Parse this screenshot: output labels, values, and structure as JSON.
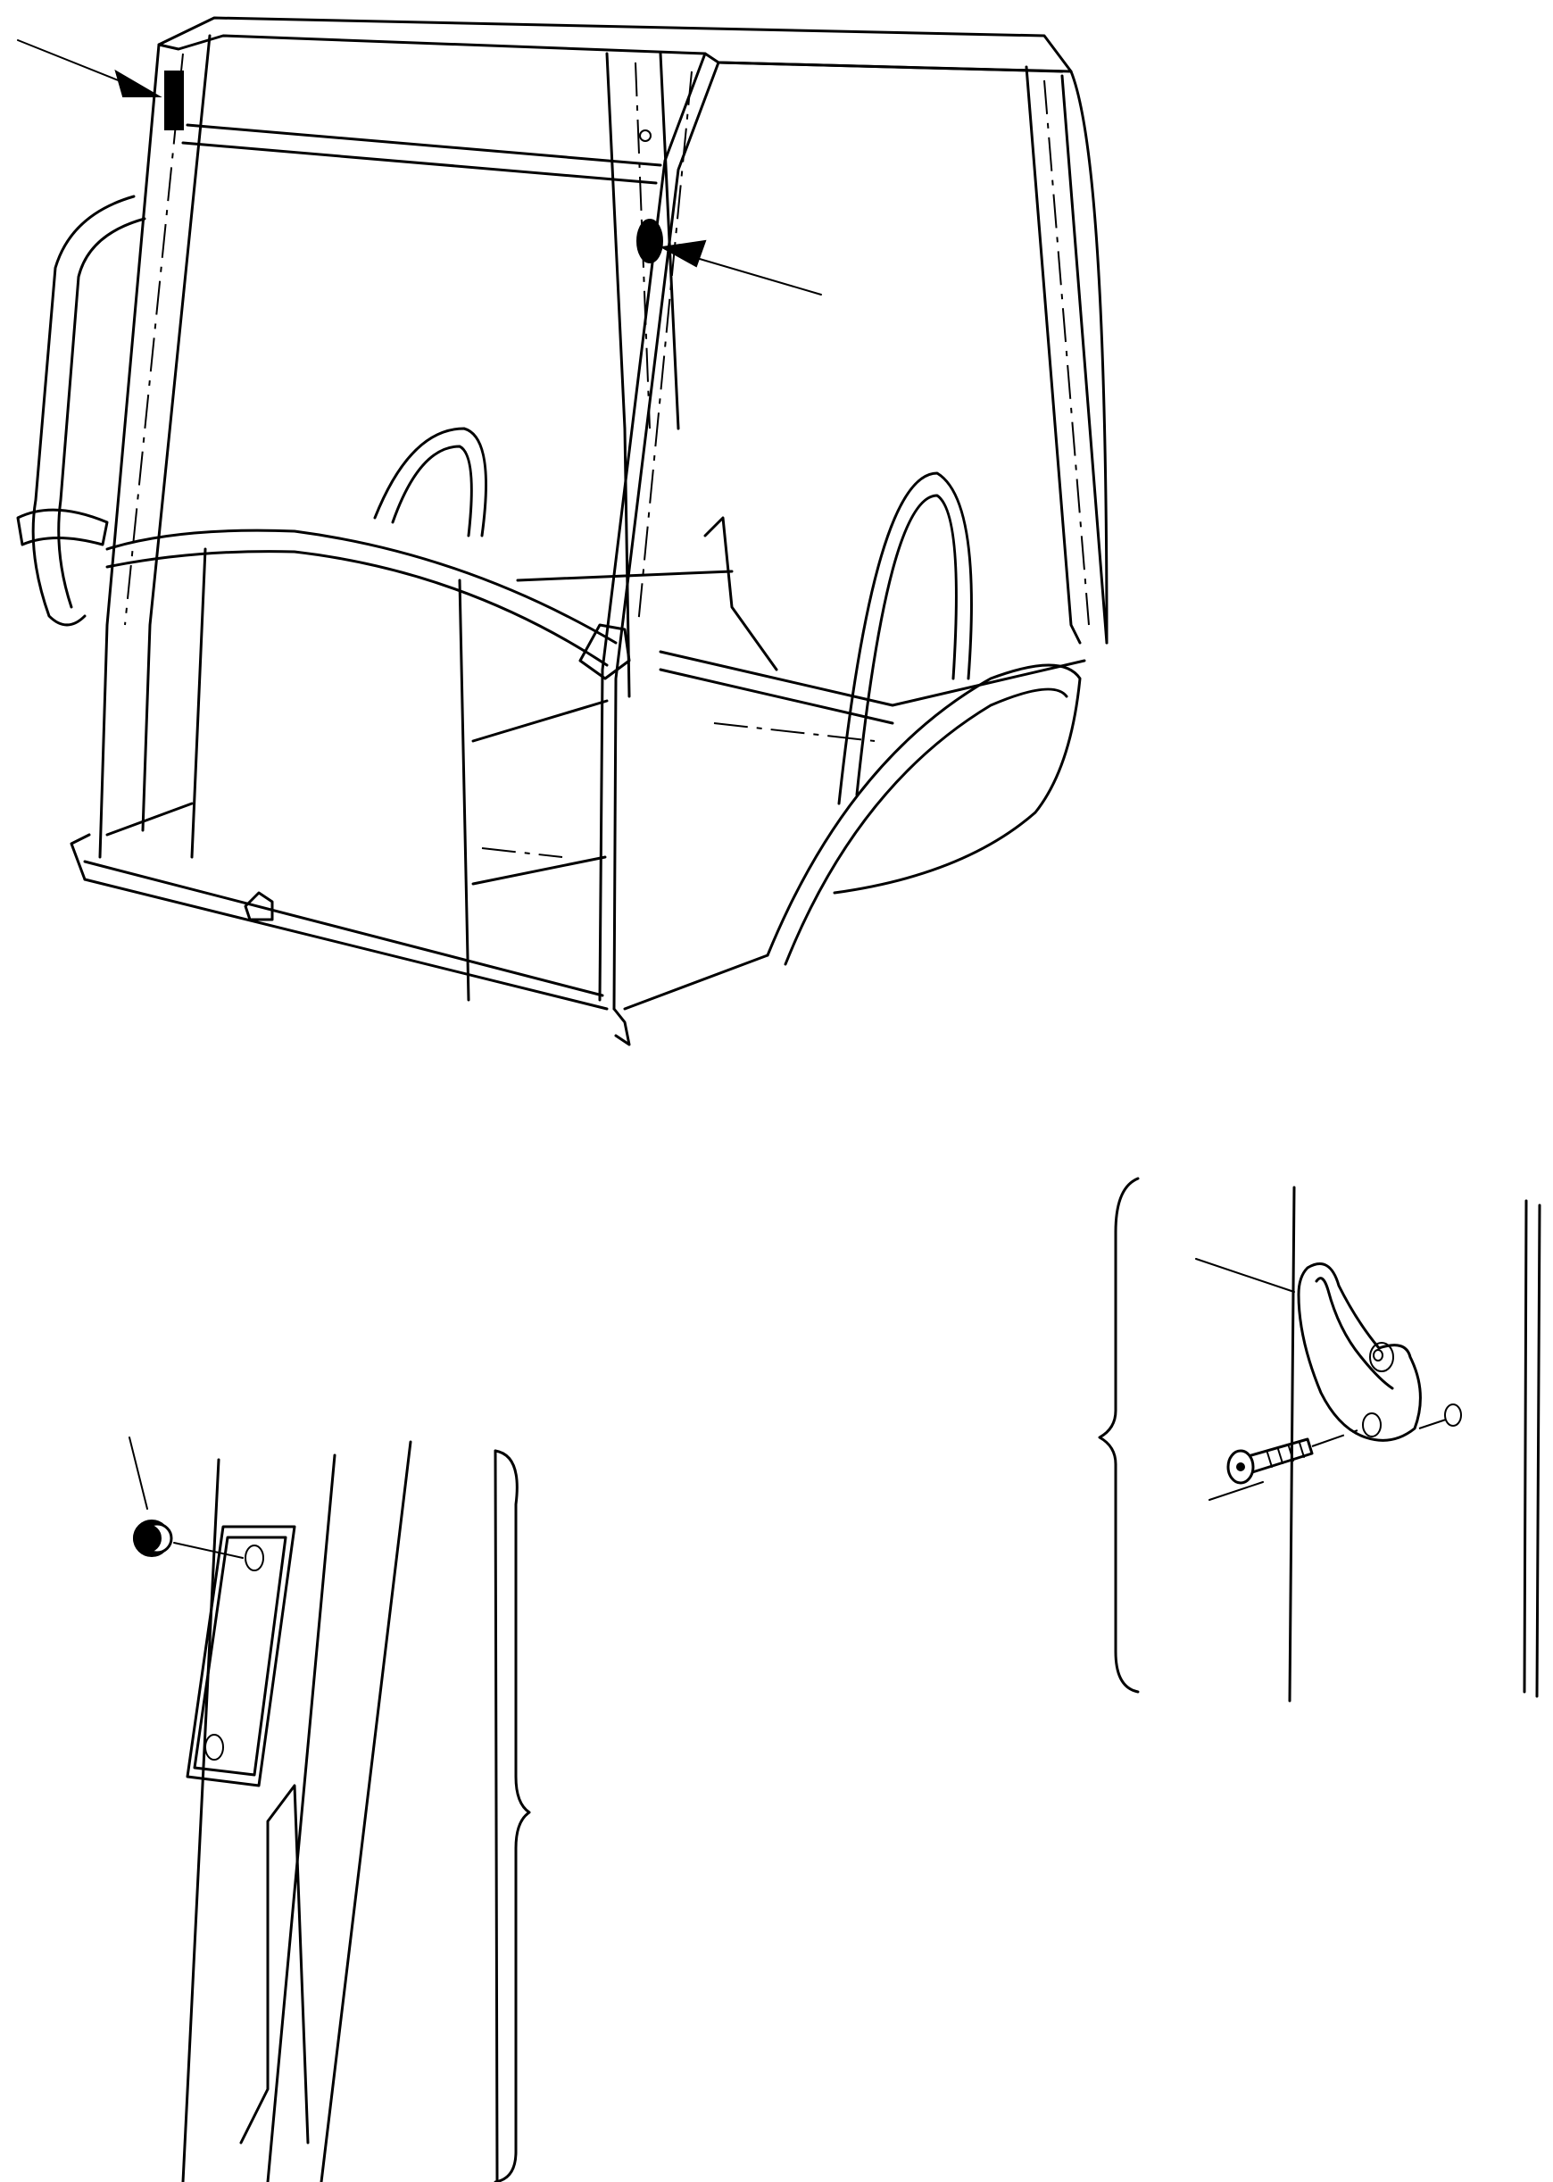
{
  "figure": {
    "main_view": "cab-frame",
    "detail_views": [
      "plug-detail",
      "hook-detail"
    ],
    "callouts": [
      "arrow-pointer-upper-left",
      "arrow-pointer-pillar"
    ],
    "ink_color": "#000000",
    "paper_color": "#ffffff"
  }
}
